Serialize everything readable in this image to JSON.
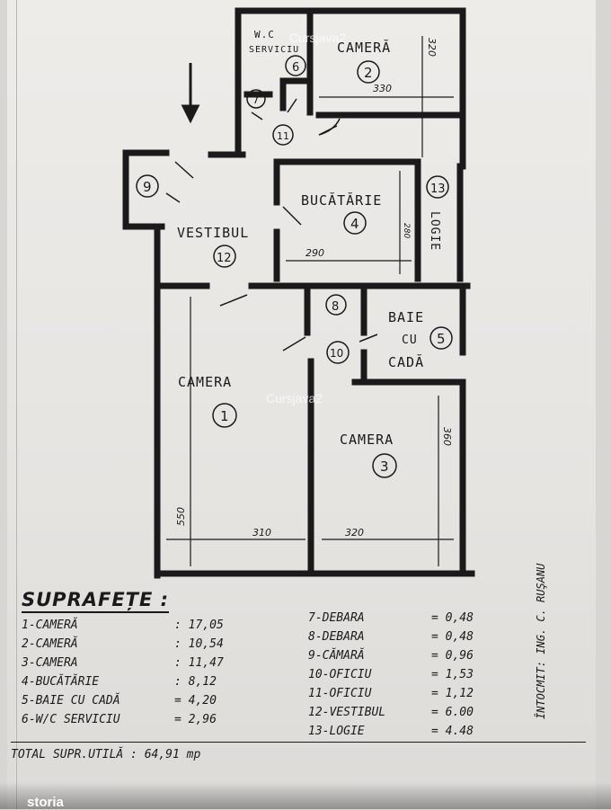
{
  "rooms": [
    {
      "label": "CAMERA",
      "num": "1"
    },
    {
      "label": "CAMERĂ",
      "num": "2"
    },
    {
      "label": "CAMERA",
      "num": "3"
    },
    {
      "label": "BUCĂTĂRIE",
      "num": "4"
    },
    {
      "label_line1": "BAIE",
      "label_line2": "CU",
      "label_line3": "CADĂ",
      "num": "5"
    },
    {
      "label_line1": "W.C",
      "label_line2": "SERVICIU",
      "num": "6"
    },
    {
      "num": "7"
    },
    {
      "num": "8"
    },
    {
      "num": "9"
    },
    {
      "num": "10"
    },
    {
      "num": "11"
    },
    {
      "label": "VESTIBUL",
      "num": "12"
    },
    {
      "label": "LOGIE",
      "num": "13"
    }
  ],
  "dimensions": {
    "cam2_width": "330",
    "cam2_height": "320",
    "kitchen_width": "290",
    "kitchen_height": "280",
    "cam1_width": "310",
    "cam1_height": "550",
    "cam3_width": "320",
    "cam3_height": "360"
  },
  "areas": {
    "title": "SUPRAFEȚE :",
    "left": [
      {
        "name": "1-CAMERĂ",
        "value": ": 17,05"
      },
      {
        "name": "2-CAMERĂ",
        "value": ": 10,54"
      },
      {
        "name": "3-CAMERA",
        "value": ": 11,47"
      },
      {
        "name": "4-BUCĂTĂRIE",
        "value": ": 8,12"
      },
      {
        "name": "5-BAIE CU CADĂ",
        "value": "= 4,20"
      },
      {
        "name": "6-W/C SERVICIU",
        "value": "= 2,96"
      }
    ],
    "right": [
      {
        "name": "7-DEBARA",
        "value": "= 0,48"
      },
      {
        "name": "8-DEBARA",
        "value": "= 0,48"
      },
      {
        "name": "9-CĂMARĂ",
        "value": "= 0,96"
      },
      {
        "name": "10-OFICIU",
        "value": "= 1,53"
      },
      {
        "name": "11-OFICIU",
        "value": "= 1,12"
      },
      {
        "name": "12-VESTIBUL",
        "value": "= 6.00"
      },
      {
        "name": "13-LOGIE",
        "value": "= 4.48"
      }
    ],
    "total": "TOTAL SUPR.UTILĂ : 64,91 mp"
  },
  "author": "ÎNTOCMIT: ING. C. RUŞANU",
  "watermark": "Cursjava2",
  "footer_logo": "storia"
}
